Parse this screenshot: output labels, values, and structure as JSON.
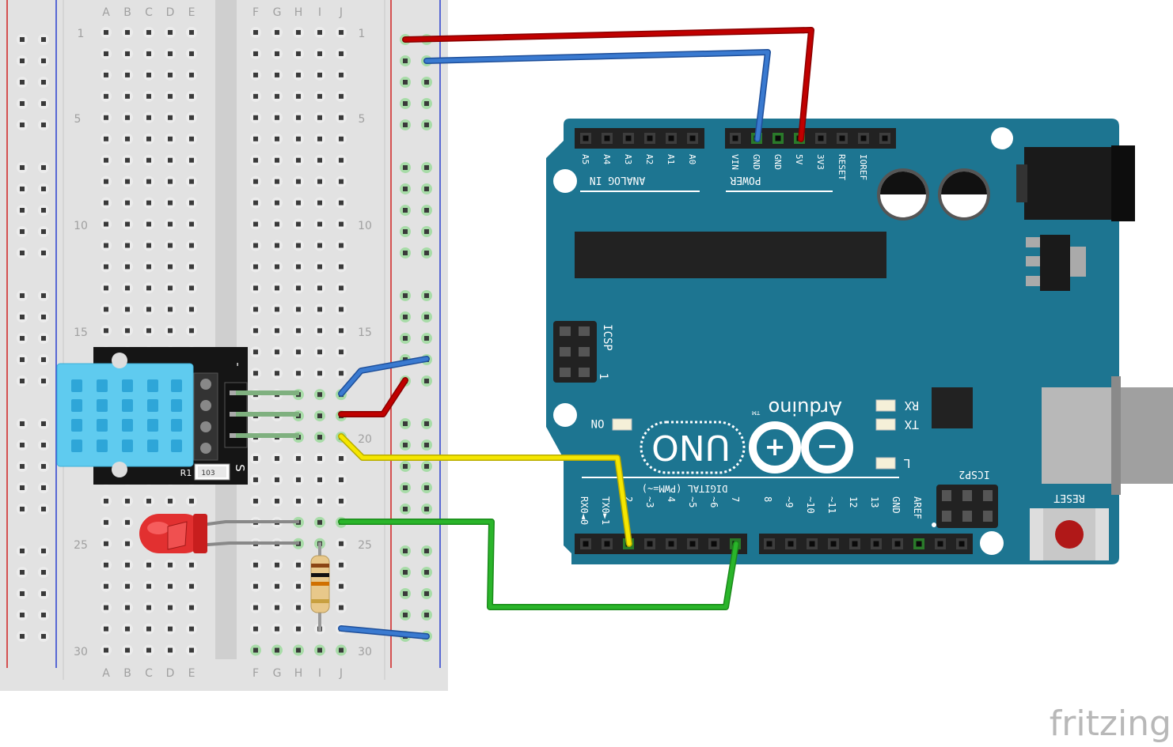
{
  "breadboard": {
    "left_columns": [
      "A",
      "B",
      "C",
      "D",
      "E"
    ],
    "right_columns": [
      "F",
      "G",
      "H",
      "I",
      "J"
    ],
    "row_labels": [
      "1",
      "5",
      "10",
      "15",
      "20",
      "25",
      "30"
    ]
  },
  "dht_module": {
    "pin_minus": "-",
    "pin_s": "S",
    "resistor_ref": "R1",
    "resistor_code": "103"
  },
  "arduino": {
    "analog_pins": [
      "A5",
      "A4",
      "A3",
      "A2",
      "A1",
      "A0"
    ],
    "analog_header_label": "ANALOG IN",
    "power_pins": [
      "VIN",
      "GND",
      "GND",
      "5V",
      "3V3",
      "RESET",
      "IOREF"
    ],
    "power_header_label": "POWER",
    "icsp_label": "ICSP",
    "icsp_pin1": "1",
    "on_label": "ON",
    "rx_label": "RX",
    "tx_label": "TX",
    "l_label": "L",
    "uno_label": "UNO",
    "brand": "Arduino",
    "tm": "TM",
    "digital_label": "DIGITAL (PWM=~)",
    "digital_pins": [
      "RX0◄0",
      "TX0►1",
      "2",
      "~3",
      "4",
      "~5",
      "~6",
      "7",
      "8",
      "~9",
      "~10",
      "~11",
      "12",
      "13",
      "GND",
      "AREF"
    ],
    "icsp2_label": "ICSP2",
    "reset_label": "RESET"
  },
  "watermark": "fritzing",
  "colors": {
    "wire_red": "#c00000",
    "wire_blue": "#3a7ad0",
    "wire_yellow": "#f5e600",
    "wire_green": "#2ab52a",
    "board_teal": "#1d7591",
    "dht_blue": "#5fcbef",
    "led_red": "#e23030"
  }
}
